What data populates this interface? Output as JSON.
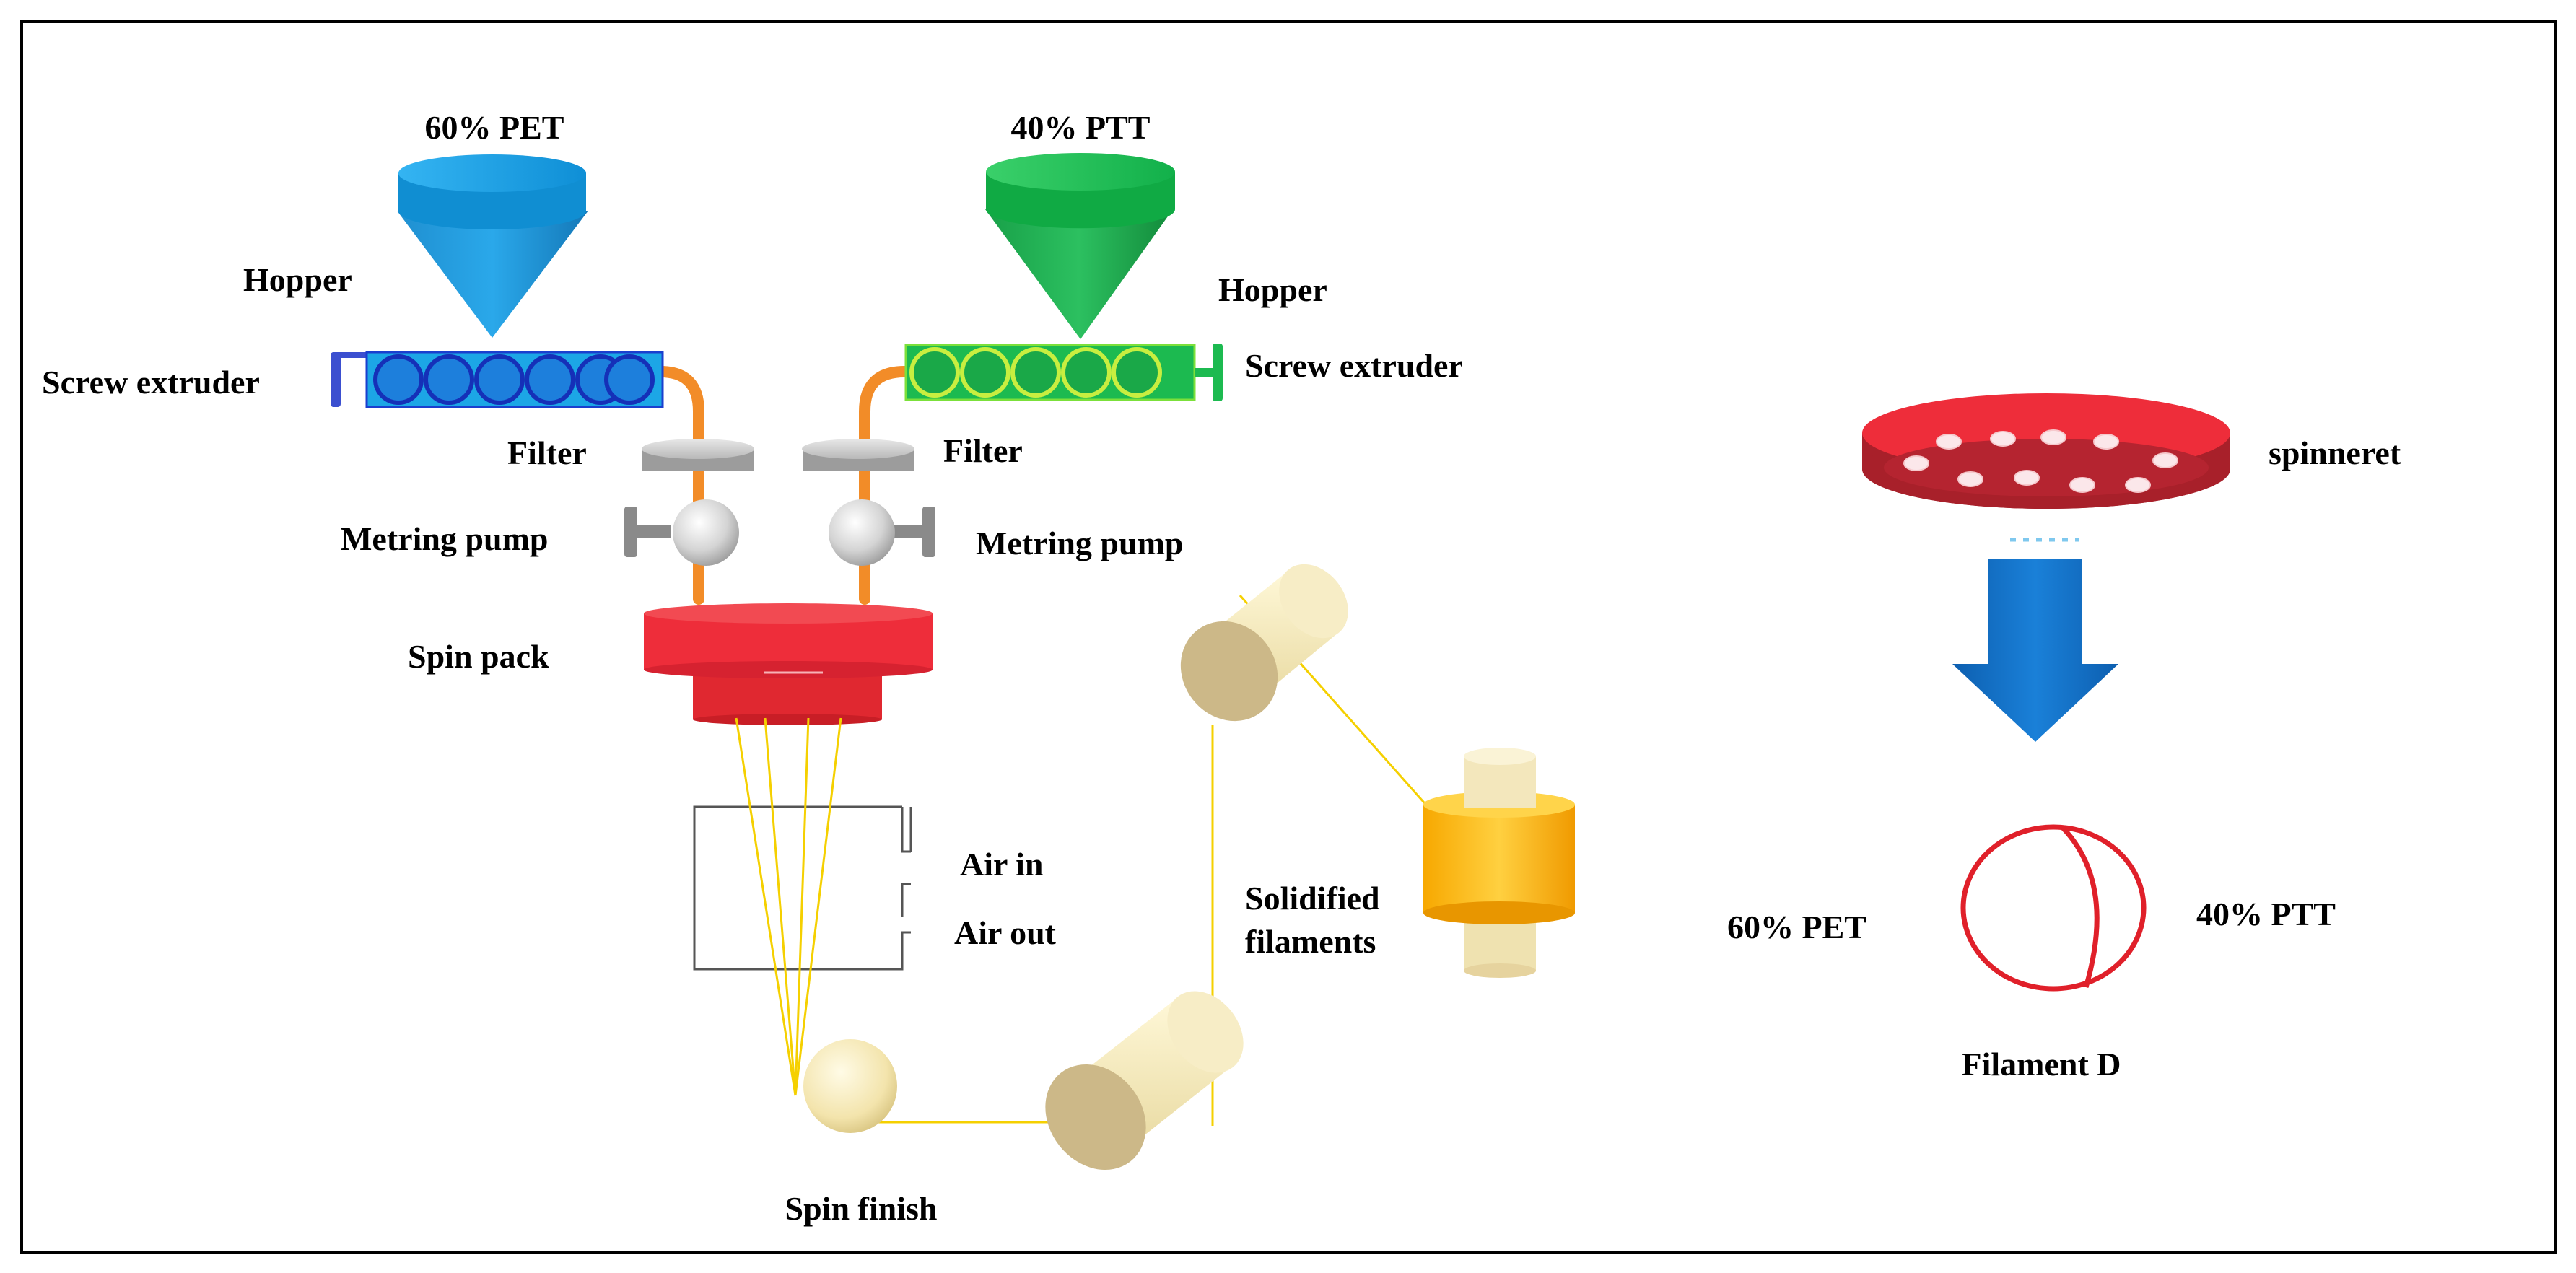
{
  "labels": {
    "hopper_left_material": "60% PET",
    "hopper_right_material": "40% PTT",
    "hopper_left": "Hopper",
    "hopper_right": "Hopper",
    "screw_extruder_left": "Screw extruder",
    "screw_extruder_right": "Screw extruder",
    "filter_left": "Filter",
    "filter_right": "Filter",
    "metring_pump_left": "Metring pump",
    "metring_pump_right": "Metring pump",
    "spin_pack": "Spin pack",
    "air_in": "Air in",
    "air_out": "Air out",
    "solidified_line1": "Solidified",
    "solidified_line2": "filaments",
    "spin_finish": "Spin finish",
    "spinneret": "spinneret",
    "cross_section_left": "60% PET",
    "cross_section_right": "40% PTT",
    "filament": "Filament D"
  },
  "colors": {
    "pet_blue": "#1aa3e8",
    "ptt_green": "#22c55e",
    "melt_line": "#f28c28",
    "spin_pack_red": "#ee2d3a",
    "spinneret_dark": "#a8202a",
    "filament_yellow": "#f5d000",
    "roller_cream": "#f2e6b8",
    "bobbin_orange": "#f5b400",
    "arrow_blue": "#1a73c8",
    "cross_section_red": "#e0202a"
  }
}
